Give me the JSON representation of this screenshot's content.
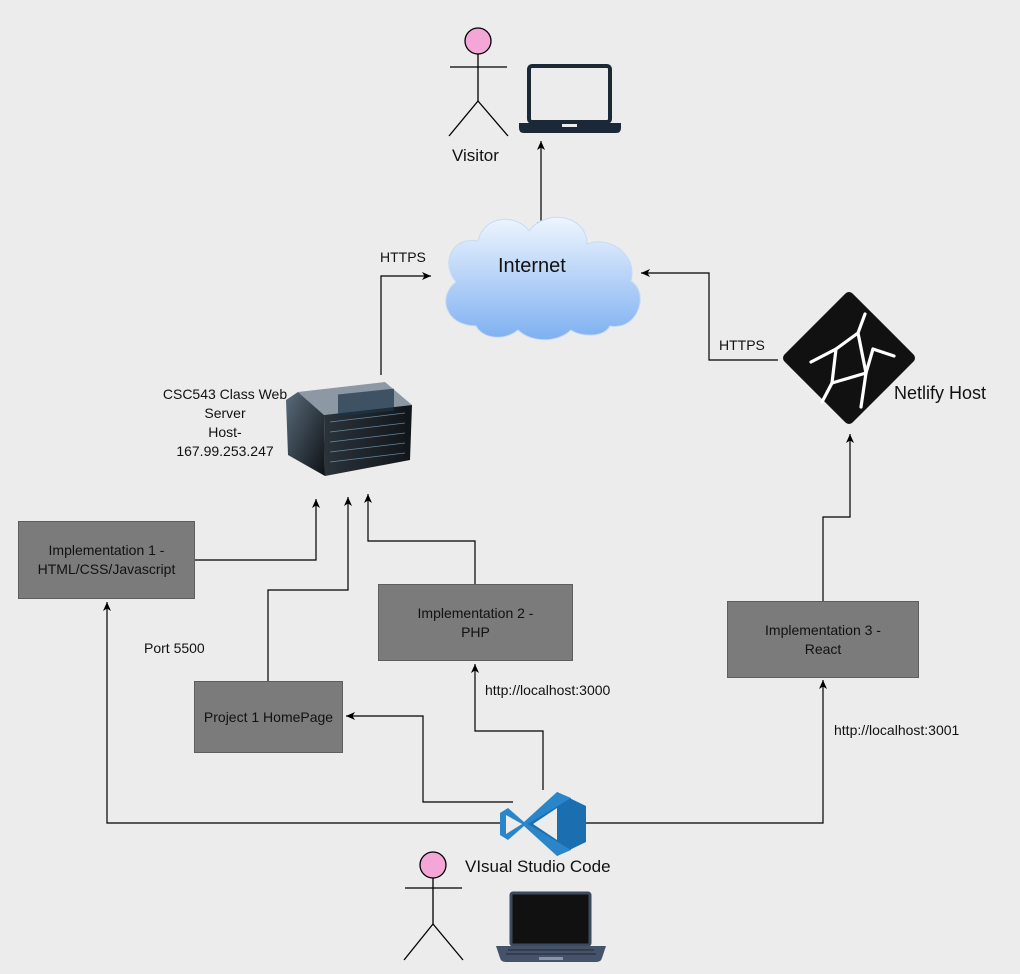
{
  "visitor": {
    "label": "Visitor"
  },
  "internet": {
    "label": "Internet"
  },
  "server": {
    "line1": "CSC543 Class Web",
    "line2": "Server",
    "line3": "Host-",
    "line4": "167.99.253.247"
  },
  "netlify": {
    "label": "Netlify Host"
  },
  "edges": {
    "https_server": "HTTPS",
    "https_netlify": "HTTPS",
    "port": "Port 5500",
    "localhost_3000": "http://localhost:3000",
    "localhost_3001": "http://localhost:3001"
  },
  "boxes": {
    "impl1": "Implementation 1 -\nHTML/CSS/Javascript",
    "impl2": "Implementation 2 -\nPHP",
    "impl3": "Implementation 3 -\nReact",
    "homepage": "Project 1 HomePage"
  },
  "vscode": {
    "label": "VIsual Studio Code"
  },
  "colors": {
    "background": "#ececec",
    "box_fill": "#7b7b7b",
    "actor_head": "#f4a6d7",
    "cloud_top": "#e8f1fd",
    "cloud_bottom": "#80b3f2",
    "vscode_blue": "#1b6fb1",
    "laptop_navy": "#1b2838"
  }
}
